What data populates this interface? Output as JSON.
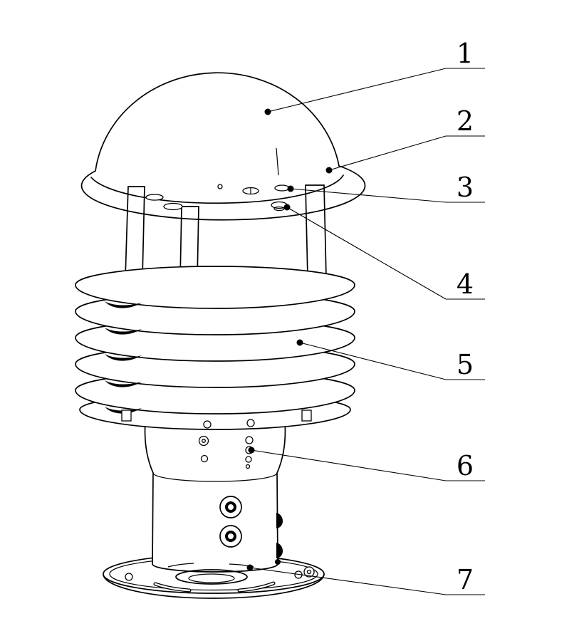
{
  "figure": {
    "description": "Line drawing of a multi-sensor weather station unit with numbered part callouts",
    "background_color": "#ffffff",
    "line_color": "#000000",
    "callouts": [
      {
        "number": "1"
      },
      {
        "number": "2"
      },
      {
        "number": "3"
      },
      {
        "number": "4"
      },
      {
        "number": "5"
      },
      {
        "number": "6"
      },
      {
        "number": "7"
      }
    ]
  }
}
